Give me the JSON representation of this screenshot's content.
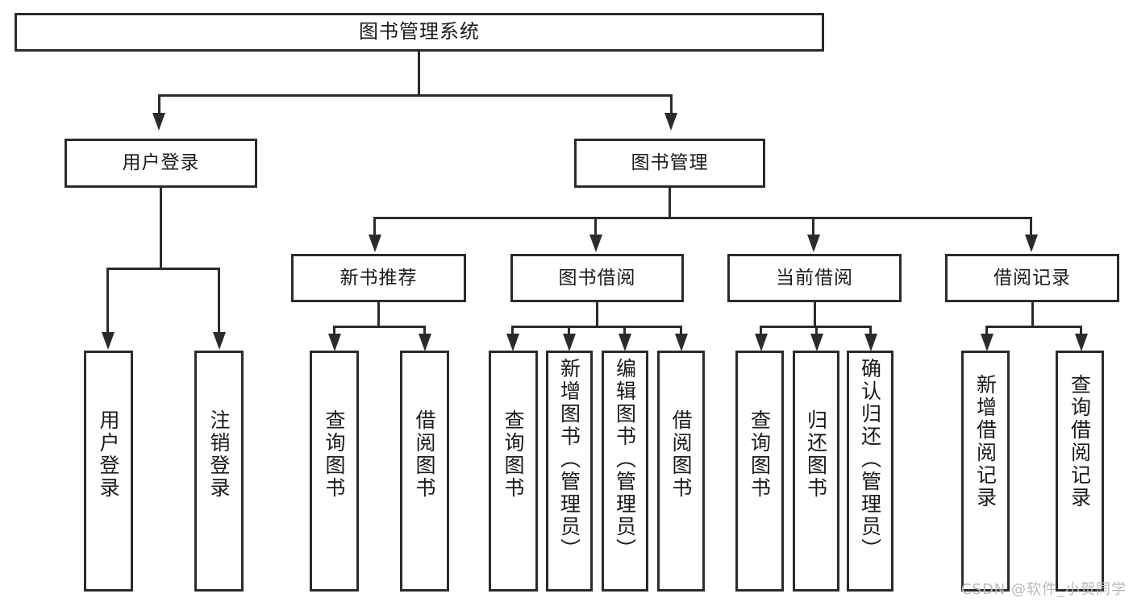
{
  "diagram": {
    "title": "图书管理系统",
    "type": "tree-structure-chart",
    "watermark": "CSDN @软件_小贺同学",
    "colors": {
      "stroke": "#2b2b2b",
      "fill": "#ffffff",
      "text": "#1a1a1a",
      "watermark": "#b9b9b9"
    },
    "nodes": {
      "root": "图书管理系统",
      "level2": [
        "用户登录",
        "图书管理"
      ],
      "level3": [
        "新书推荐",
        "图书借阅",
        "当前借阅",
        "借阅记录"
      ],
      "leaves": {
        "user_login": [
          "用户登录",
          "注销登录"
        ],
        "new_book_recommend": [
          "查询图书",
          "借阅图书"
        ],
        "book_borrow": [
          "查询图书",
          "新增图书（管理员）",
          "编辑图书（管理员）",
          "借阅图书"
        ],
        "current_borrow": [
          "查询图书",
          "归还图书",
          "确认归还（管理员）"
        ],
        "borrow_record": [
          "新增借阅记录",
          "查询借阅记录"
        ]
      }
    }
  }
}
